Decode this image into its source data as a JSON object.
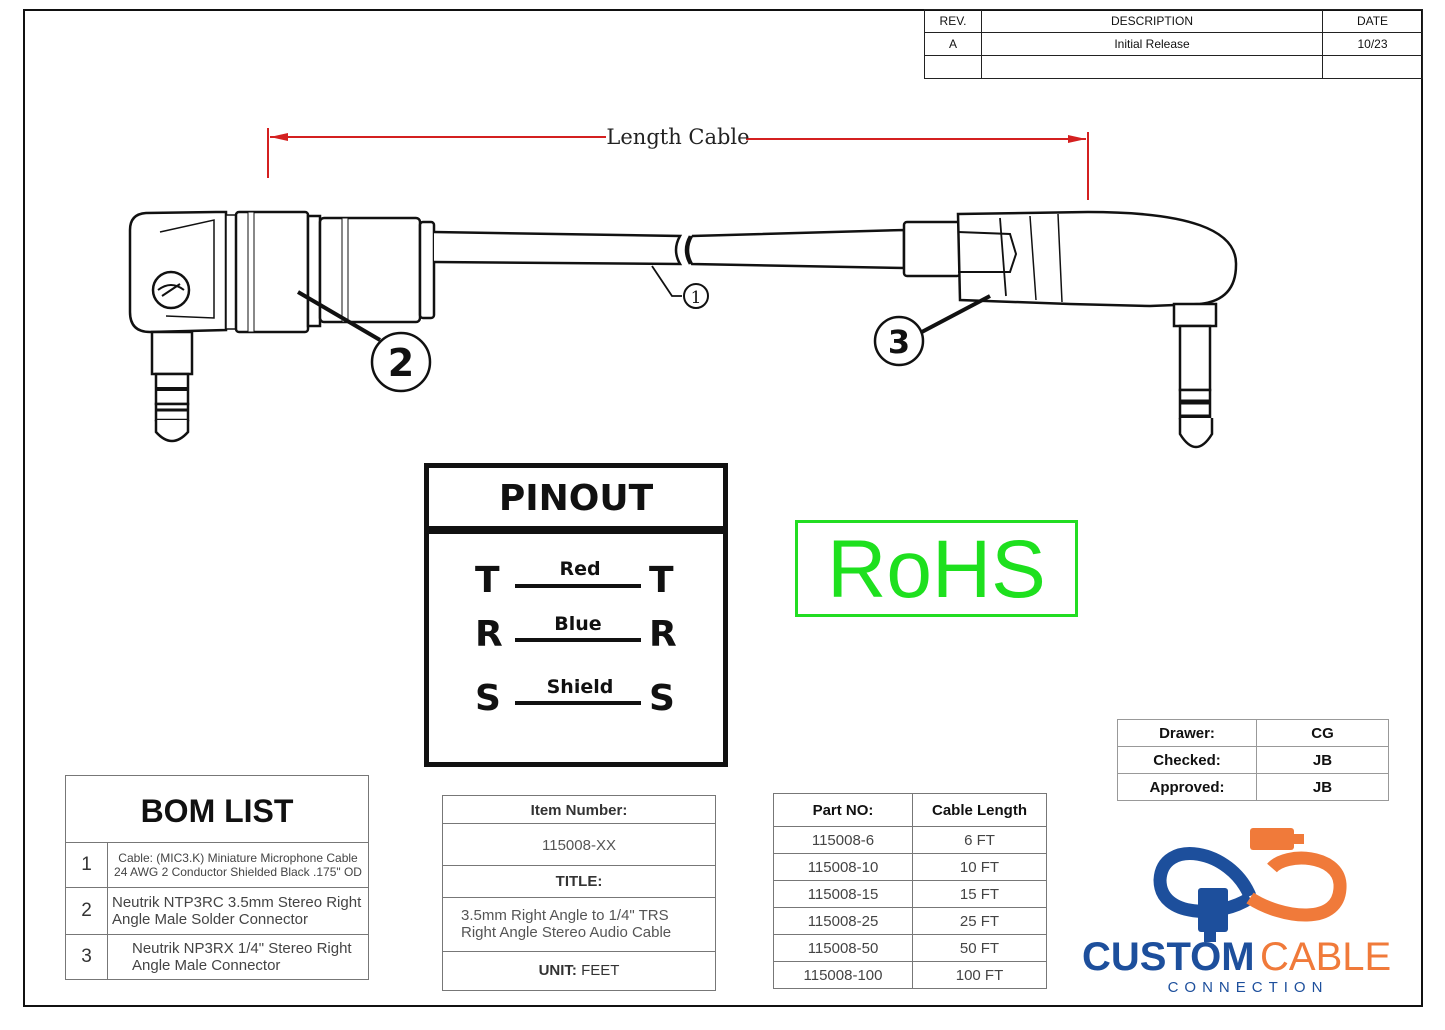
{
  "revision_table": {
    "headers": {
      "rev": "REV.",
      "description": "DESCRIPTION",
      "date": "DATE"
    },
    "rows": [
      {
        "rev": "A",
        "description": "Initial Release",
        "date": "10/23"
      }
    ]
  },
  "drawing": {
    "length_label": "Length Cable",
    "callouts": {
      "cable": "1",
      "connector_left": "2",
      "connector_right": "3"
    }
  },
  "pinout": {
    "title": "PINOUT",
    "rows": [
      {
        "left": "T",
        "wire": "Red",
        "right": "T"
      },
      {
        "left": "R",
        "wire": "Blue",
        "right": "R"
      },
      {
        "left": "S",
        "wire": "Shield",
        "right": "S"
      }
    ]
  },
  "rohs": {
    "label": "RoHS",
    "color": "#1ee01e"
  },
  "signoff": {
    "drawer_label": "Drawer:",
    "drawer": "CG",
    "checked_label": "Checked:",
    "checked": "JB",
    "approved_label": "Approved:",
    "approved": "JB"
  },
  "bom": {
    "title": "BOM LIST",
    "items": [
      {
        "num": "1",
        "desc": "Cable: (MIC3.K) Miniature Microphone Cable 24 AWG 2 Conductor Shielded Black .175\" OD"
      },
      {
        "num": "2",
        "desc": "Neutrik NTP3RC 3.5mm Stereo Right Angle Male Solder Connector"
      },
      {
        "num": "3",
        "desc": "Neutrik NP3RX 1/4\" Stereo Right Angle Male Connector"
      }
    ]
  },
  "item_info": {
    "item_number_label": "Item Number:",
    "item_number": "115008-XX",
    "title_label": "TITLE:",
    "title": "3.5mm Right Angle to 1/4\" TRS Right Angle Stereo Audio Cable",
    "unit_label": "UNIT:",
    "unit": "FEET"
  },
  "parts": {
    "headers": {
      "part": "Part NO:",
      "length": "Cable Length"
    },
    "rows": [
      {
        "part": "115008-6",
        "length": "6 FT"
      },
      {
        "part": "115008-10",
        "length": "10 FT"
      },
      {
        "part": "115008-15",
        "length": "15 FT"
      },
      {
        "part": "115008-25",
        "length": "25 FT"
      },
      {
        "part": "115008-50",
        "length": "50 FT"
      },
      {
        "part": "115008-100",
        "length": "100 FT"
      }
    ]
  },
  "logo": {
    "word1": "CUSTOM",
    "word2": "CABLE",
    "word3": "CONNECTION",
    "blue": "#1d4f9c",
    "orange": "#f07a3a"
  }
}
